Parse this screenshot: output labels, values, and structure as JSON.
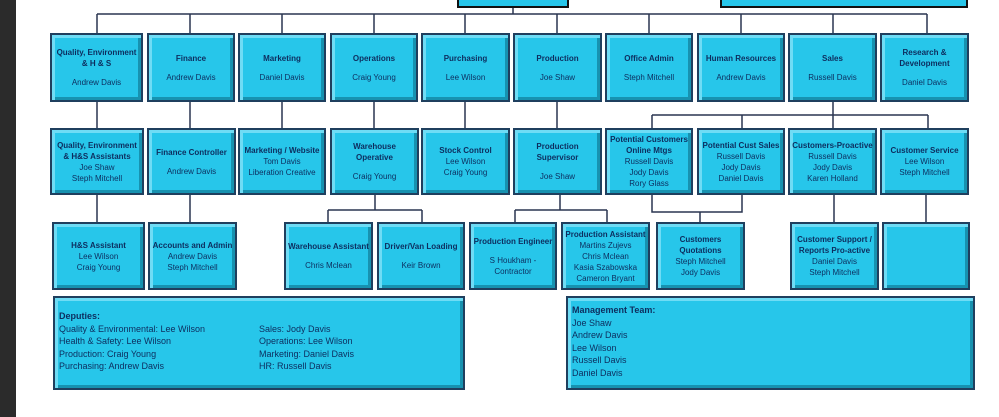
{
  "top_row": [
    {
      "title": "Quality, Environment & H & S",
      "people": [
        "Andrew Davis"
      ]
    },
    {
      "title": "Finance",
      "people": [
        "Andrew Davis"
      ]
    },
    {
      "title": "Marketing",
      "people": [
        "Daniel Davis"
      ]
    },
    {
      "title": "Operations",
      "people": [
        "Craig Young"
      ]
    },
    {
      "title": "Purchasing",
      "people": [
        "Lee Wilson"
      ]
    },
    {
      "title": "Production",
      "people": [
        "Joe Shaw"
      ]
    },
    {
      "title": "Office Admin",
      "people": [
        "Steph Mitchell"
      ]
    },
    {
      "title": "Human Resources",
      "people": [
        "Andrew Davis"
      ]
    },
    {
      "title": "Sales",
      "people": [
        "Russell Davis"
      ]
    },
    {
      "title": "Research & Development",
      "people": [
        "Daniel Davis"
      ]
    }
  ],
  "second_row": [
    {
      "title": "Quality, Environment & H&S Assistants",
      "people": [
        "Joe Shaw",
        "Steph Mitchell"
      ]
    },
    {
      "title": "Finance Controller",
      "people": [
        "Andrew Davis"
      ]
    },
    {
      "title": "Marketing / Website",
      "people": [
        "Tom Davis",
        "Liberation Creative"
      ]
    },
    {
      "title": "Warehouse Operative",
      "people": [
        "Craig Young"
      ]
    },
    {
      "title": "Stock Control",
      "people": [
        "Lee Wilson",
        "Craig Young"
      ]
    },
    {
      "title": "Production Supervisor",
      "people": [
        "Joe Shaw"
      ]
    },
    {
      "title": "Potential Customers Online Mtgs",
      "people": [
        "Russell Davis",
        "Jody Davis",
        "Rory Glass"
      ]
    },
    {
      "title": "Potential Cust Sales",
      "people": [
        "Russell Davis",
        "Jody Davis",
        "Daniel Davis"
      ]
    },
    {
      "title": "Customers-Proactive",
      "people": [
        "Russell Davis",
        "Jody Davis",
        "Karen Holland"
      ]
    },
    {
      "title": "Customer Service",
      "people": [
        "Lee Wilson",
        "Steph Mitchell"
      ]
    }
  ],
  "third_row": [
    {
      "title": "H&S Assistant",
      "people": [
        "Lee Wilson",
        "Craig Young"
      ]
    },
    {
      "title": "Accounts and Admin",
      "people": [
        "Andrew Davis",
        "Steph Mitchell"
      ]
    },
    {
      "title": "Warehouse Assistant",
      "people": [
        "Chris Mclean"
      ]
    },
    {
      "title": "Driver/Van Loading",
      "people": [
        "Keir Brown"
      ]
    },
    {
      "title": "Production Engineer",
      "people": [
        "S Houkham - Contractor"
      ]
    },
    {
      "title": "Production Assistant",
      "people": [
        "Martins Zujevs",
        "Chris Mclean",
        "Kasia Szabowska",
        "Cameron Bryant"
      ]
    },
    {
      "title": "Customers Quotations",
      "people": [
        "Steph Mitchell",
        "Jody Davis"
      ]
    },
    {
      "title": "Customer Support / Reports Pro-active",
      "people": [
        "Daniel Davis",
        "Steph Mitchell"
      ]
    },
    {
      "title": "",
      "people": []
    }
  ],
  "deputies": {
    "title": "Deputies:",
    "left": [
      "Quality & Environmental: Lee Wilson",
      "Health & Safety: Lee Wilson",
      "Production: Craig Young",
      "Purchasing: Andrew Davis"
    ],
    "right": [
      "Sales: Jody Davis",
      "Operations: Lee Wilson",
      "Marketing: Daniel Davis",
      "HR: Russell Davis"
    ]
  },
  "management": {
    "title": "Management Team:",
    "members": [
      "Joe Shaw",
      "Andrew Davis",
      "Lee Wilson",
      "Russell Davis",
      "Daniel Davis"
    ]
  },
  "colors": {
    "box": "#27c6ea",
    "border": "#1f3f5e",
    "text": "#0d2d5e"
  }
}
